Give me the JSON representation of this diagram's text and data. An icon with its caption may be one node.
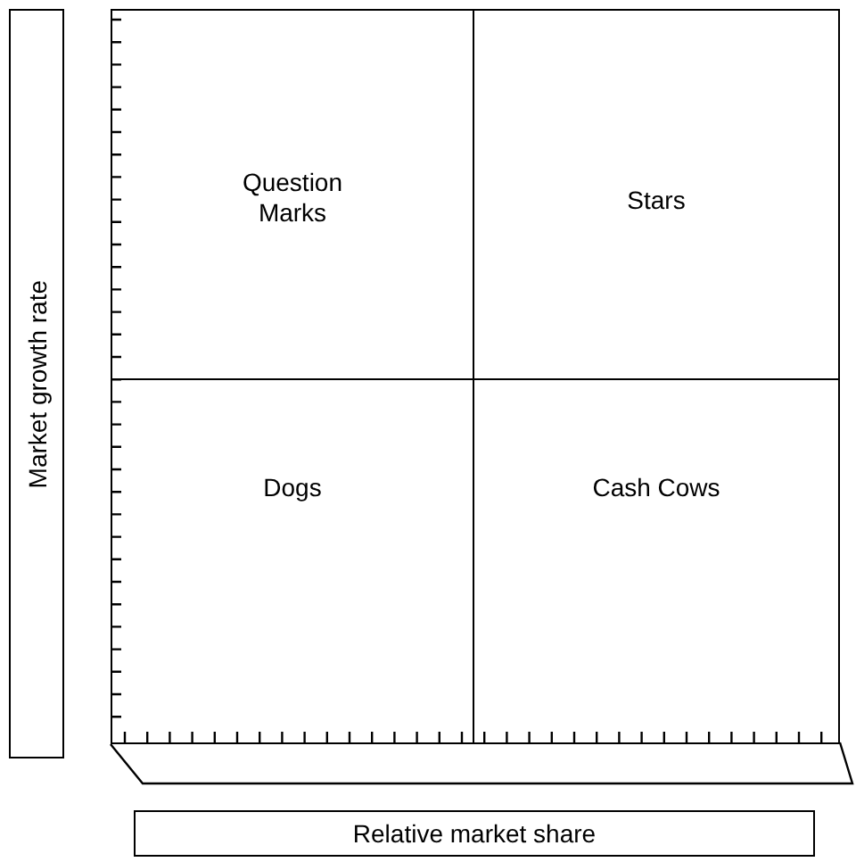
{
  "diagram": {
    "nodes": [
      {
        "text": [
          "Market growth rate"
        ]
      },
      {
        "text": [
          "Question Marks"
        ]
      },
      {
        "text": [
          "Stars"
        ]
      },
      {
        "text": [
          "Dogs"
        ]
      },
      {
        "text": [
          "Cash Cows"
        ]
      },
      {
        "text": [
          "Relative market share"
        ]
      }
    ],
    "edges": []
  }
}
